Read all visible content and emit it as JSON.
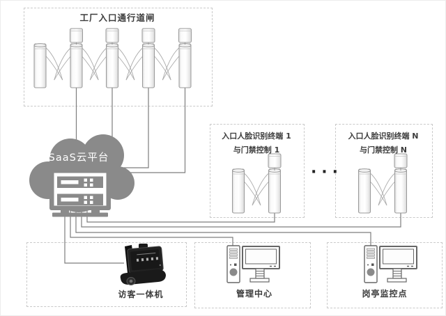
{
  "top_gate_box": {
    "title": "工厂入口通行道闸"
  },
  "cloud": {
    "label": "SaaS云平台"
  },
  "terminal_boxes": [
    {
      "line1": "入口人脸识别终端 1",
      "line2": "与门禁控制 1"
    },
    {
      "line1": "入口人脸识别终端 N",
      "line2": "与门禁控制 N"
    }
  ],
  "ellipsis": {
    "label": "···"
  },
  "bottom_boxes": [
    {
      "label": "访客一体机"
    },
    {
      "label": "管理中心"
    },
    {
      "label": "岗亭监控点"
    }
  ],
  "colors": {
    "connector_line": "#7d7d7d",
    "cloud_gray": "#8a8a8a",
    "dashed_border": "#c9c9c9",
    "device_stroke": "#666666",
    "pillar_stroke": "#999999",
    "text": "#3c3c3c"
  },
  "icons": {
    "turnstile": "turnstile-gate-icon",
    "face_terminal": "face-terminal-icon",
    "cloud": "cloud-icon",
    "server": "server-rack-icon",
    "kiosk": "visitor-kiosk-icon",
    "computer": "desktop-computer-icon"
  }
}
